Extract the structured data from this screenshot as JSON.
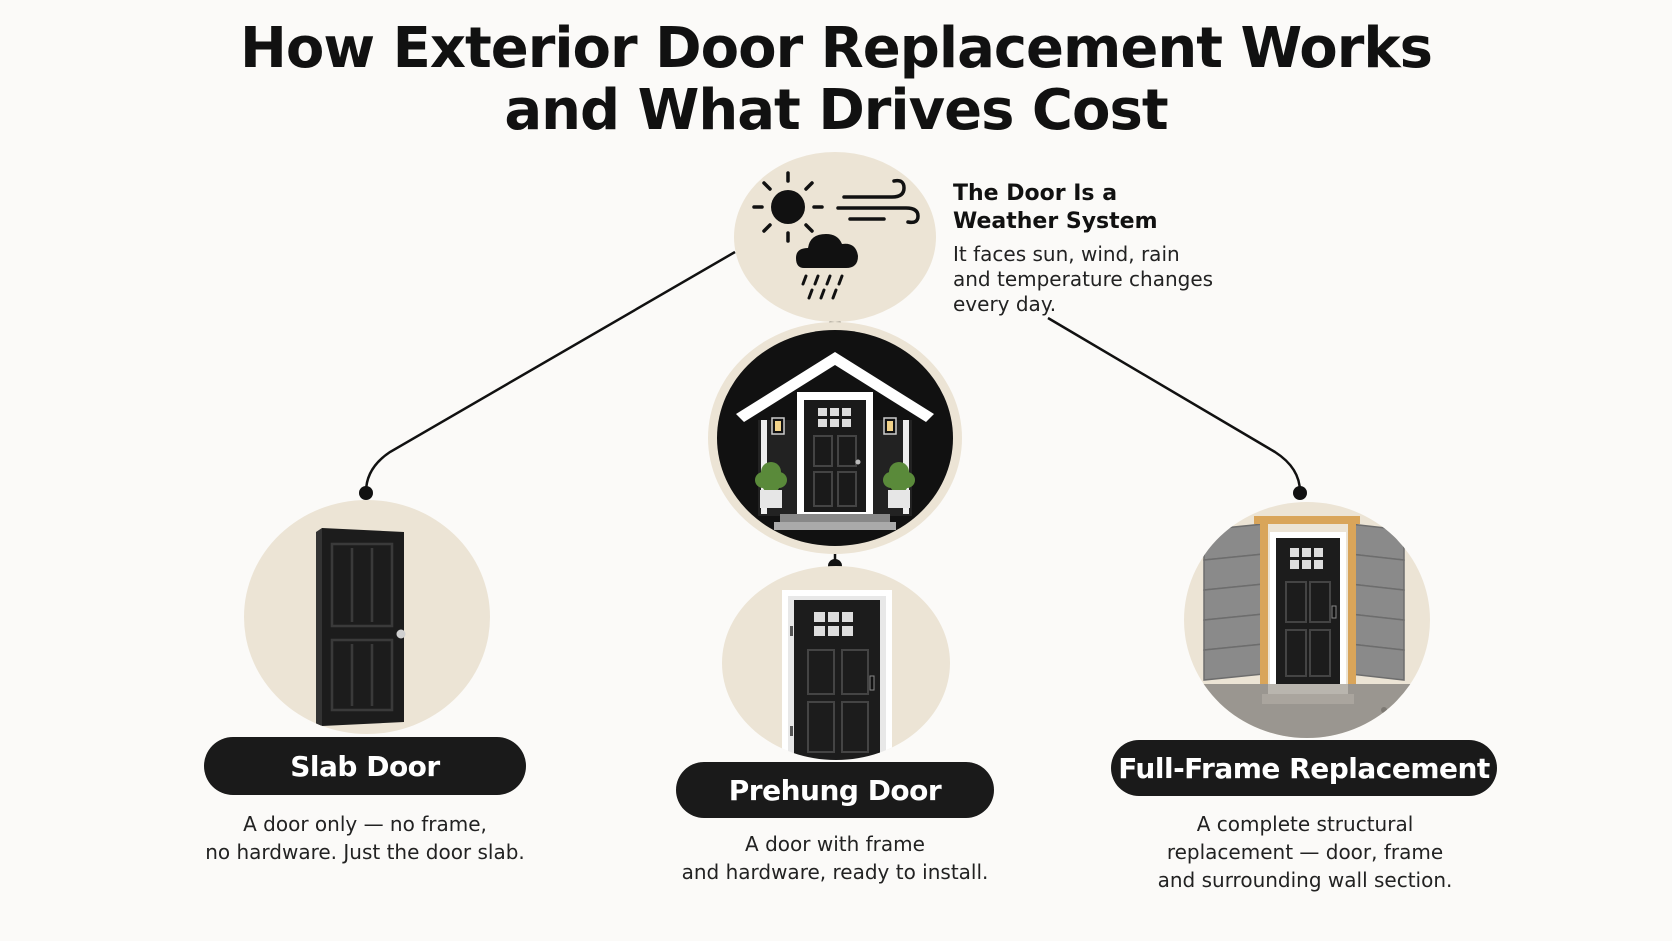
{
  "title": {
    "line1": "How Exterior Door Replacement Works",
    "line2": "and What Drives Cost"
  },
  "weather": {
    "heading_line1": "The Door Is a",
    "heading_line2": "Weather System",
    "desc_line1": "It faces sun, wind, rain",
    "desc_line2": "and temperature changes",
    "desc_line3": "every day.",
    "icons": [
      "sun-icon",
      "wind-icon",
      "rain-cloud-icon"
    ]
  },
  "center": {
    "icon": "house-icon"
  },
  "options": [
    {
      "label": "Slab Door",
      "desc_line1": "A door only — no frame,",
      "desc_line2": "no hardware. Just the door slab.",
      "icon": "slab-door-icon"
    },
    {
      "label": "Prehung Door",
      "desc_line1": "A door with frame",
      "desc_line2": "and hardware, ready to install.",
      "icon": "prehung-door-icon"
    },
    {
      "label": "Full-Frame Replacement",
      "desc_line1": "A complete structural",
      "desc_line2": "replacement — door, frame",
      "desc_line3": "and surrounding wall section.",
      "icon": "full-frame-icon"
    }
  ],
  "colors": {
    "background": "#fbfaf8",
    "circle": "#ece4d5",
    "dark": "#1a1a1a"
  }
}
